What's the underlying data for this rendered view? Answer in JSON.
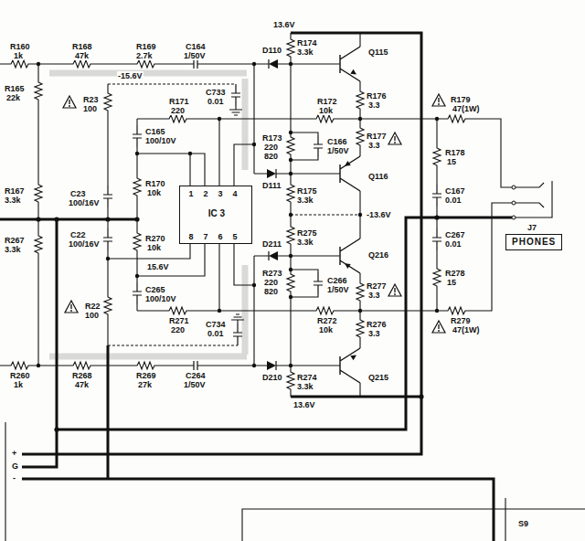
{
  "diagram": {
    "nodes": [
      {
        "text": [
          "IC 3",
          "1",
          "2",
          "3",
          "4",
          "8",
          "7",
          "6",
          "5"
        ]
      },
      {
        "text": [
          "PHONES"
        ]
      }
    ],
    "labels": [
      "R160",
      "1k",
      "R165",
      "22k",
      "R168",
      "47k",
      "R169",
      "2.7k",
      "C164",
      "1/50V",
      "R23",
      "100",
      "-15.6V",
      "R171",
      "220",
      "C733",
      "0.01",
      "C165",
      "100/10V",
      "R170",
      "10k",
      "R167",
      "3.3k",
      "C23",
      "100/16V",
      "R267",
      "3.3k",
      "C22",
      "100/16V",
      "R270",
      "10k",
      "15.6V",
      "C734",
      "0.01",
      "C265",
      "100/10V",
      "R22",
      "100",
      "R271",
      "220",
      "R260",
      "1k",
      "R268",
      "47k",
      "R269",
      "27k",
      "C264",
      "1/50V",
      "13.6V",
      "R174",
      "3.3k",
      "Q115",
      "D110",
      "R172",
      "10k",
      "R176",
      "3.3",
      "R173",
      "220",
      "820",
      "C166",
      "1/50V",
      "R177",
      "3.3",
      "D111",
      "Q116",
      "R175",
      "3.3k",
      "-13.6V",
      "R275",
      "3.3k",
      "Q216",
      "D211",
      "R273",
      "220",
      "820",
      "C266",
      "1/50V",
      "R277",
      "3.3",
      "R272",
      "10k",
      "R276",
      "3.3",
      "D210",
      "Q215",
      "R274",
      "3.3k",
      "13.6V",
      "R179",
      "47(1W)",
      "R178",
      "15",
      "C167",
      "0.01",
      "J7",
      "C267",
      "0.01",
      "R278",
      "15",
      "R279",
      "47(1W)",
      "S9",
      "+",
      "G",
      "-"
    ]
  }
}
